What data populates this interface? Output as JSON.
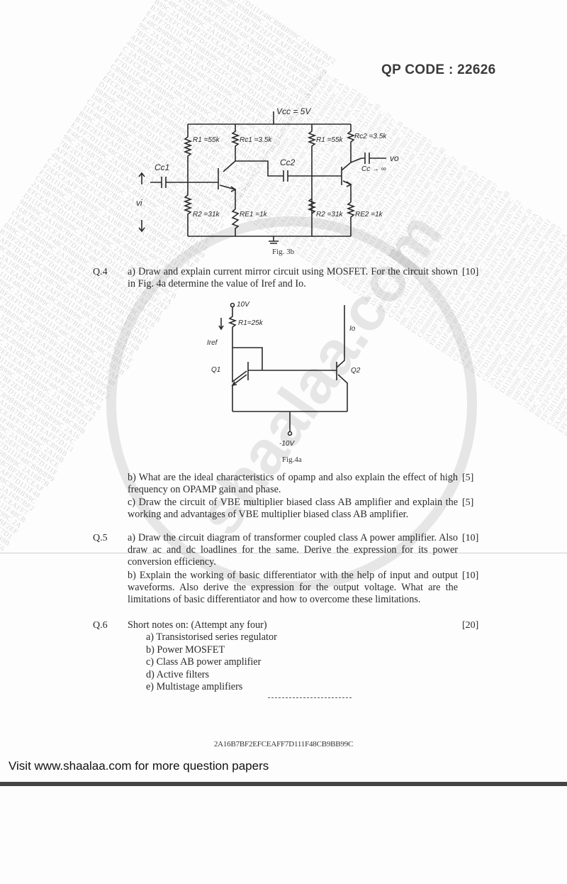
{
  "header": {
    "qp_code": "QP CODE : 22626"
  },
  "watermark": {
    "site_text": "shaalaa.com",
    "hash_repeat": "2A16B7BF2EFCEAFF7D111F48CB9BB99C"
  },
  "fig3b": {
    "caption": "Fig. 3b",
    "vcc": "Vcc = 5V",
    "cc1": "Cc1",
    "cc2": "Cc2",
    "cc_inf": "Cc → ∞",
    "vi": "vi",
    "vo": "vo",
    "stage1": {
      "r1": "R1 =55k",
      "rc1": "Rc1 =3.5k",
      "r2": "R2 =31k",
      "re1": "RE1 =1k"
    },
    "stage2": {
      "r1": "R1 =55k",
      "rc2": "Rc2 =3.5k",
      "r2": "R2 =31k",
      "re2": "RE2 =1k"
    }
  },
  "fig4a": {
    "caption": "Fig.4a",
    "vplus": "10V",
    "vminus": "-10V",
    "r1": "R1=25k",
    "iref": "Iref",
    "io": "Io",
    "q1": "Q1",
    "q2": "Q2"
  },
  "questions": [
    {
      "number": "Q.4",
      "parts": [
        {
          "text": "a)  Draw and explain current mirror circuit using MOSFET. For the circuit shown in Fig. 4a determine the value of Iref and Io.",
          "marks": "[10]"
        },
        {
          "text": "b)  What are the ideal characteristics of opamp and also explain the effect of high frequency on OPAMP gain and phase.",
          "marks": "[5]"
        },
        {
          "text": "c) Draw the circuit of VBE multiplier biased class AB amplifier and explain the working and advantages of VBE multiplier biased class AB amplifier.",
          "marks": "[5]"
        }
      ]
    },
    {
      "number": "Q.5",
      "parts": [
        {
          "text": "a) Draw the circuit diagram of transformer coupled class A power amplifier. Also draw ac and dc loadlines for the same. Derive the expression for its power conversion efficiency.",
          "marks": "[10]"
        },
        {
          "text": "b) Explain the working of basic differentiator with the help of input and output waveforms. Also derive the expression for the output voltage. What are the limitations of basic differentiator and how to overcome these limitations.",
          "marks": "[10]"
        }
      ]
    },
    {
      "number": "Q.6",
      "parts": [
        {
          "text": "Short notes on: (Attempt any four)",
          "marks": "[20]"
        }
      ],
      "items": [
        "a)  Transistorised series regulator",
        "b)  Power MOSFET",
        "c)  Class AB power amplifier",
        "d)  Active filters",
        "e)  Multistage amplifiers"
      ]
    }
  ],
  "footer": {
    "end_rule": "--------------------------",
    "hash": "2A16B7BF2EFCEAFF7D111F48CB9BB99C",
    "visit": "Visit www.shaalaa.com for more question papers"
  }
}
